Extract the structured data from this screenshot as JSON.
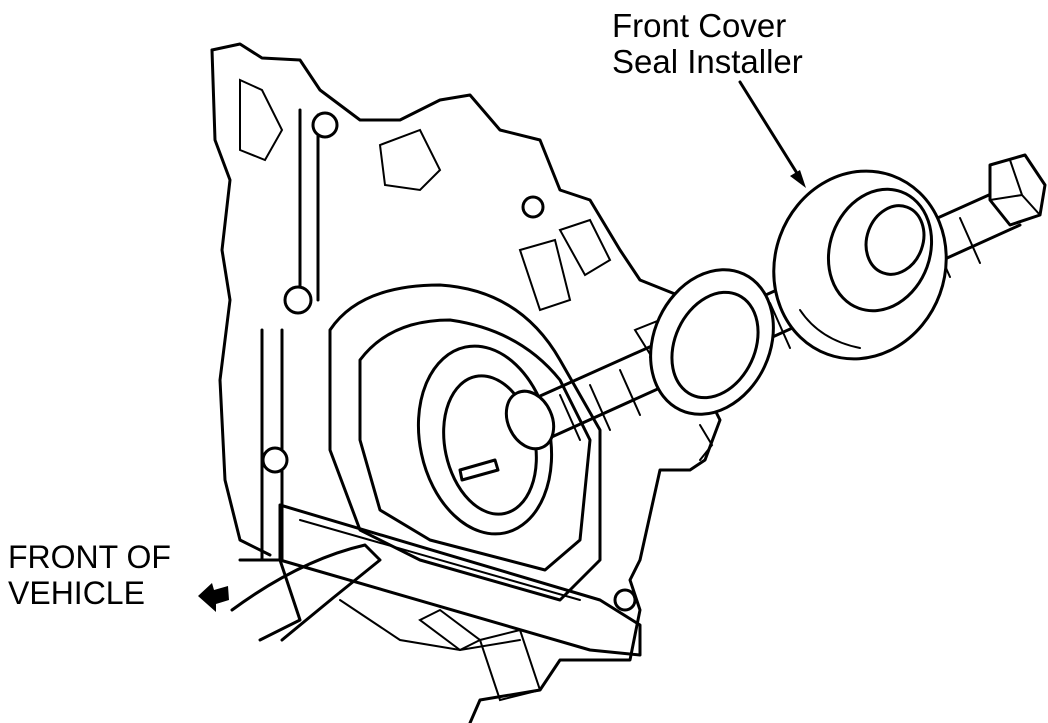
{
  "labels": {
    "tool_line1": "Front Cover",
    "tool_line2": "Seal Installer",
    "front_line1": "FRONT OF",
    "front_line2": "VEHICLE"
  },
  "colors": {
    "ink": "#000000",
    "paper": "#ffffff"
  },
  "icons": {
    "direction_arrow": "arrow-left-icon"
  }
}
